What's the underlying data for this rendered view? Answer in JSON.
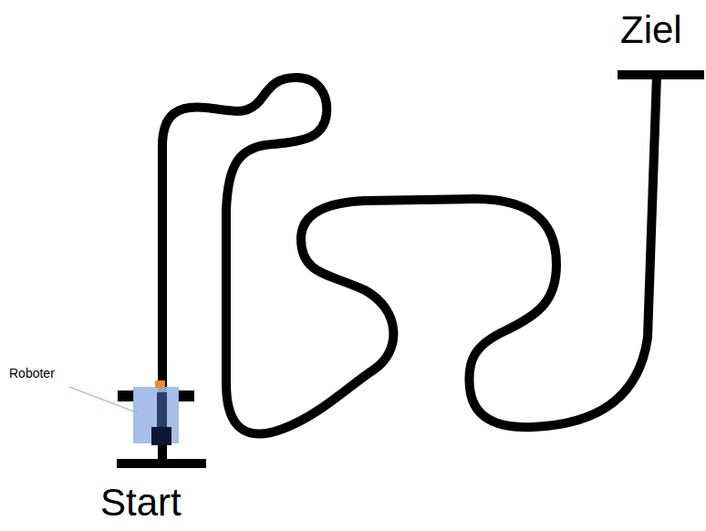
{
  "diagram": {
    "labels": [
      "Ziel",
      "Roboter",
      "Start"
    ]
  }
}
